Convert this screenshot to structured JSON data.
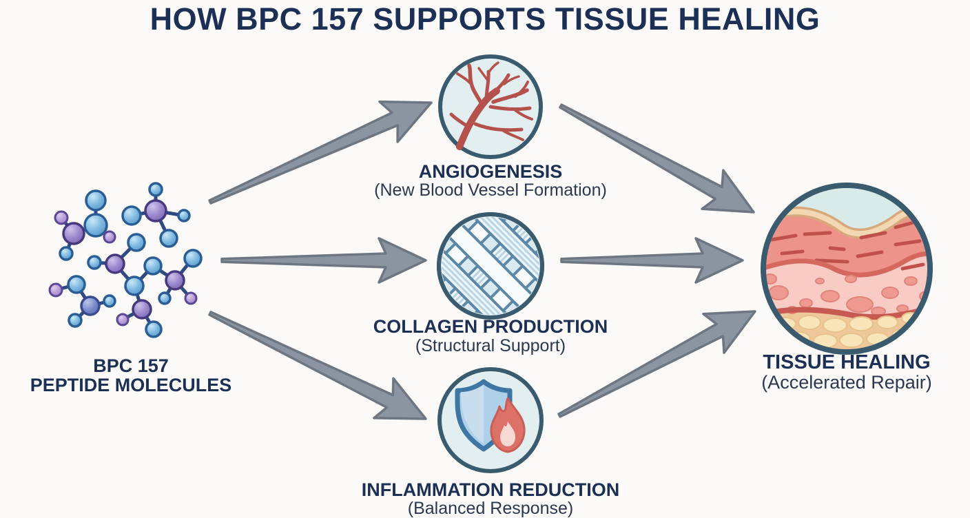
{
  "title": "HOW BPC 157 SUPPORTS TISSUE HEALING",
  "source": {
    "line1": "BPC 157",
    "line2": "PEPTIDE MOLECULES",
    "icon": "peptide-molecules-illustration"
  },
  "nodes": [
    {
      "label": "ANGIOGENESIS",
      "sublabel": "(New Blood Vessel Formation)",
      "icon": "blood-vessels-icon"
    },
    {
      "label": "COLLAGEN PRODUCTION",
      "sublabel": "(Structural Support)",
      "icon": "collagen-weave-icon"
    },
    {
      "label": "INFLAMMATION REDUCTION",
      "sublabel": "(Balanced Response)",
      "icon": "shield-flame-icon"
    }
  ],
  "target": {
    "label": "TISSUE HEALING",
    "sublabel": "(Accelerated Repair)",
    "icon": "skin-layers-icon"
  },
  "colors": {
    "background": "#fbfaf8",
    "heading_text": "#1c2f55",
    "sub_text": "#2b3850",
    "arrow_fill": "#8b95a1",
    "arrow_outline": "#6d7681",
    "node_circle_fill": "#e2eef0",
    "node_circle_border": "#3a5a6e",
    "vessel_red": "#b5514d",
    "weave_blue": "#5d87a6",
    "shield_blue": "#3f76a3",
    "flame_red": "#dd7168",
    "molecule_blue": "#7db8e0",
    "molecule_purple": "#9a87cc",
    "skin_salmon": "#ee938a",
    "skin_pink": "#f8cbc4",
    "skin_fat": "#eec79a"
  }
}
